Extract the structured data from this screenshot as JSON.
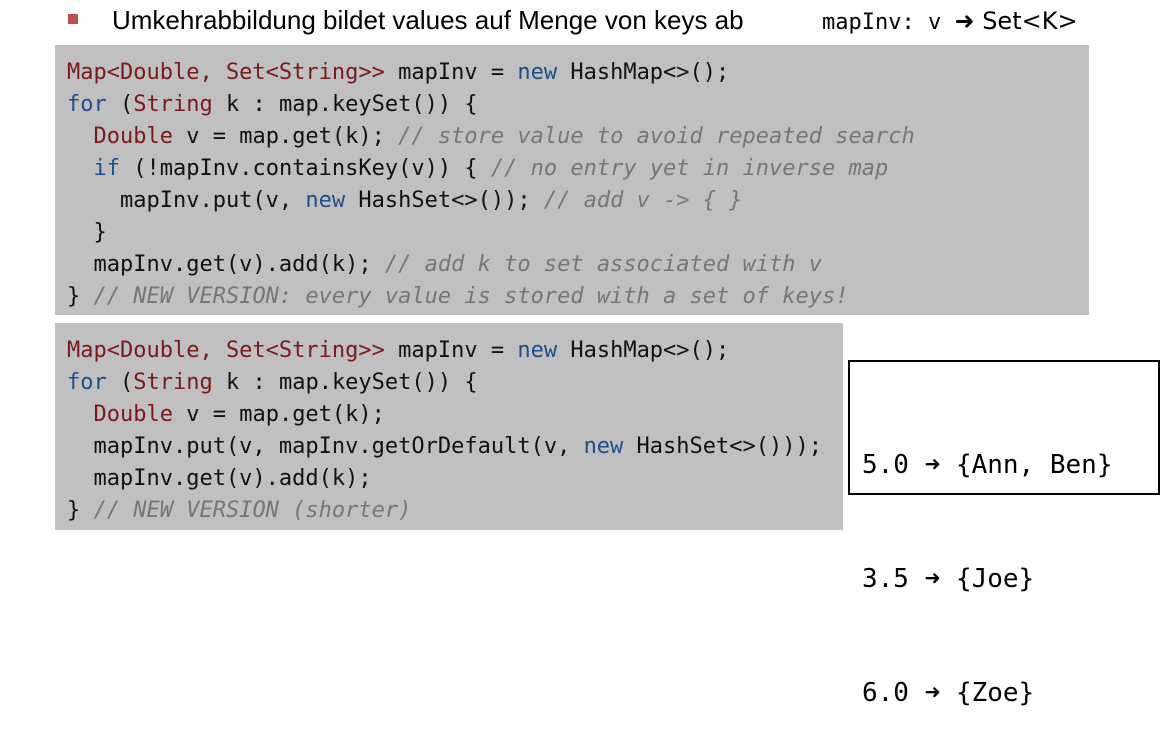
{
  "heading": "Umkehrabbildung bildet values auf Menge von keys ab",
  "signature": {
    "name": "mapInv: v ",
    "arrow": "➜",
    "target": " Set<K>"
  },
  "code_blocks": [
    {
      "lines": [
        [
          [
            "t",
            "Map<Double, Set<String>>"
          ],
          [
            "p",
            " mapInv = "
          ],
          [
            "k",
            "new"
          ],
          [
            "p",
            " HashMap<>();"
          ]
        ],
        [
          [
            "k",
            "for"
          ],
          [
            "p",
            " ("
          ],
          [
            "t",
            "String"
          ],
          [
            "p",
            " k : map.keySet()) {"
          ]
        ],
        [
          [
            "p",
            "  "
          ],
          [
            "t",
            "Double"
          ],
          [
            "p",
            " v = map.get(k); "
          ],
          [
            "c",
            "// store value to avoid repeated search"
          ]
        ],
        [
          [
            "p",
            "  "
          ],
          [
            "k",
            "if"
          ],
          [
            "p",
            " (!mapInv.containsKey(v)) { "
          ],
          [
            "c",
            "// no entry yet in inverse map"
          ]
        ],
        [
          [
            "p",
            "    mapInv.put(v, "
          ],
          [
            "k",
            "new"
          ],
          [
            "p",
            " HashSet<>()); "
          ],
          [
            "c",
            "// add v -> { }"
          ]
        ],
        [
          [
            "p",
            "  }"
          ]
        ],
        [
          [
            "p",
            "  mapInv.get(v).add(k); "
          ],
          [
            "c",
            "// add k to set associated with v"
          ]
        ],
        [
          [
            "p",
            "} "
          ],
          [
            "c",
            "// NEW VERSION: every value is stored with a set of keys!"
          ]
        ]
      ]
    },
    {
      "lines": [
        [
          [
            "t",
            "Map<Double, Set<String>>"
          ],
          [
            "p",
            " mapInv = "
          ],
          [
            "k",
            "new"
          ],
          [
            "p",
            " HashMap<>();"
          ]
        ],
        [
          [
            "k",
            "for"
          ],
          [
            "p",
            " ("
          ],
          [
            "t",
            "String"
          ],
          [
            "p",
            " k : map.keySet()) {"
          ]
        ],
        [
          [
            "p",
            "  "
          ],
          [
            "t",
            "Double"
          ],
          [
            "p",
            " v = map.get(k);"
          ]
        ],
        [
          [
            "p",
            "  mapInv.put(v, mapInv.getOrDefault(v, "
          ],
          [
            "k",
            "new"
          ],
          [
            "p",
            " HashSet<>()));"
          ]
        ],
        [
          [
            "p",
            "  mapInv.get(v).add(k);"
          ]
        ],
        [
          [
            "p",
            "} "
          ],
          [
            "c",
            "// NEW VERSION (shorter)"
          ]
        ]
      ]
    }
  ],
  "result": [
    {
      "key": "5.0",
      "arrow": "➜",
      "value": "{Ann, Ben}"
    },
    {
      "key": "3.5",
      "arrow": "➜",
      "value": "{Joe}"
    },
    {
      "key": "6.0",
      "arrow": "➜",
      "value": "{Zoe}"
    }
  ],
  "colors": {
    "bullet": "#c0504d",
    "type": "#7a1a1a",
    "keyword": "#1f4e8c",
    "comment": "#777777",
    "code_bg": "#c0c0c0"
  }
}
